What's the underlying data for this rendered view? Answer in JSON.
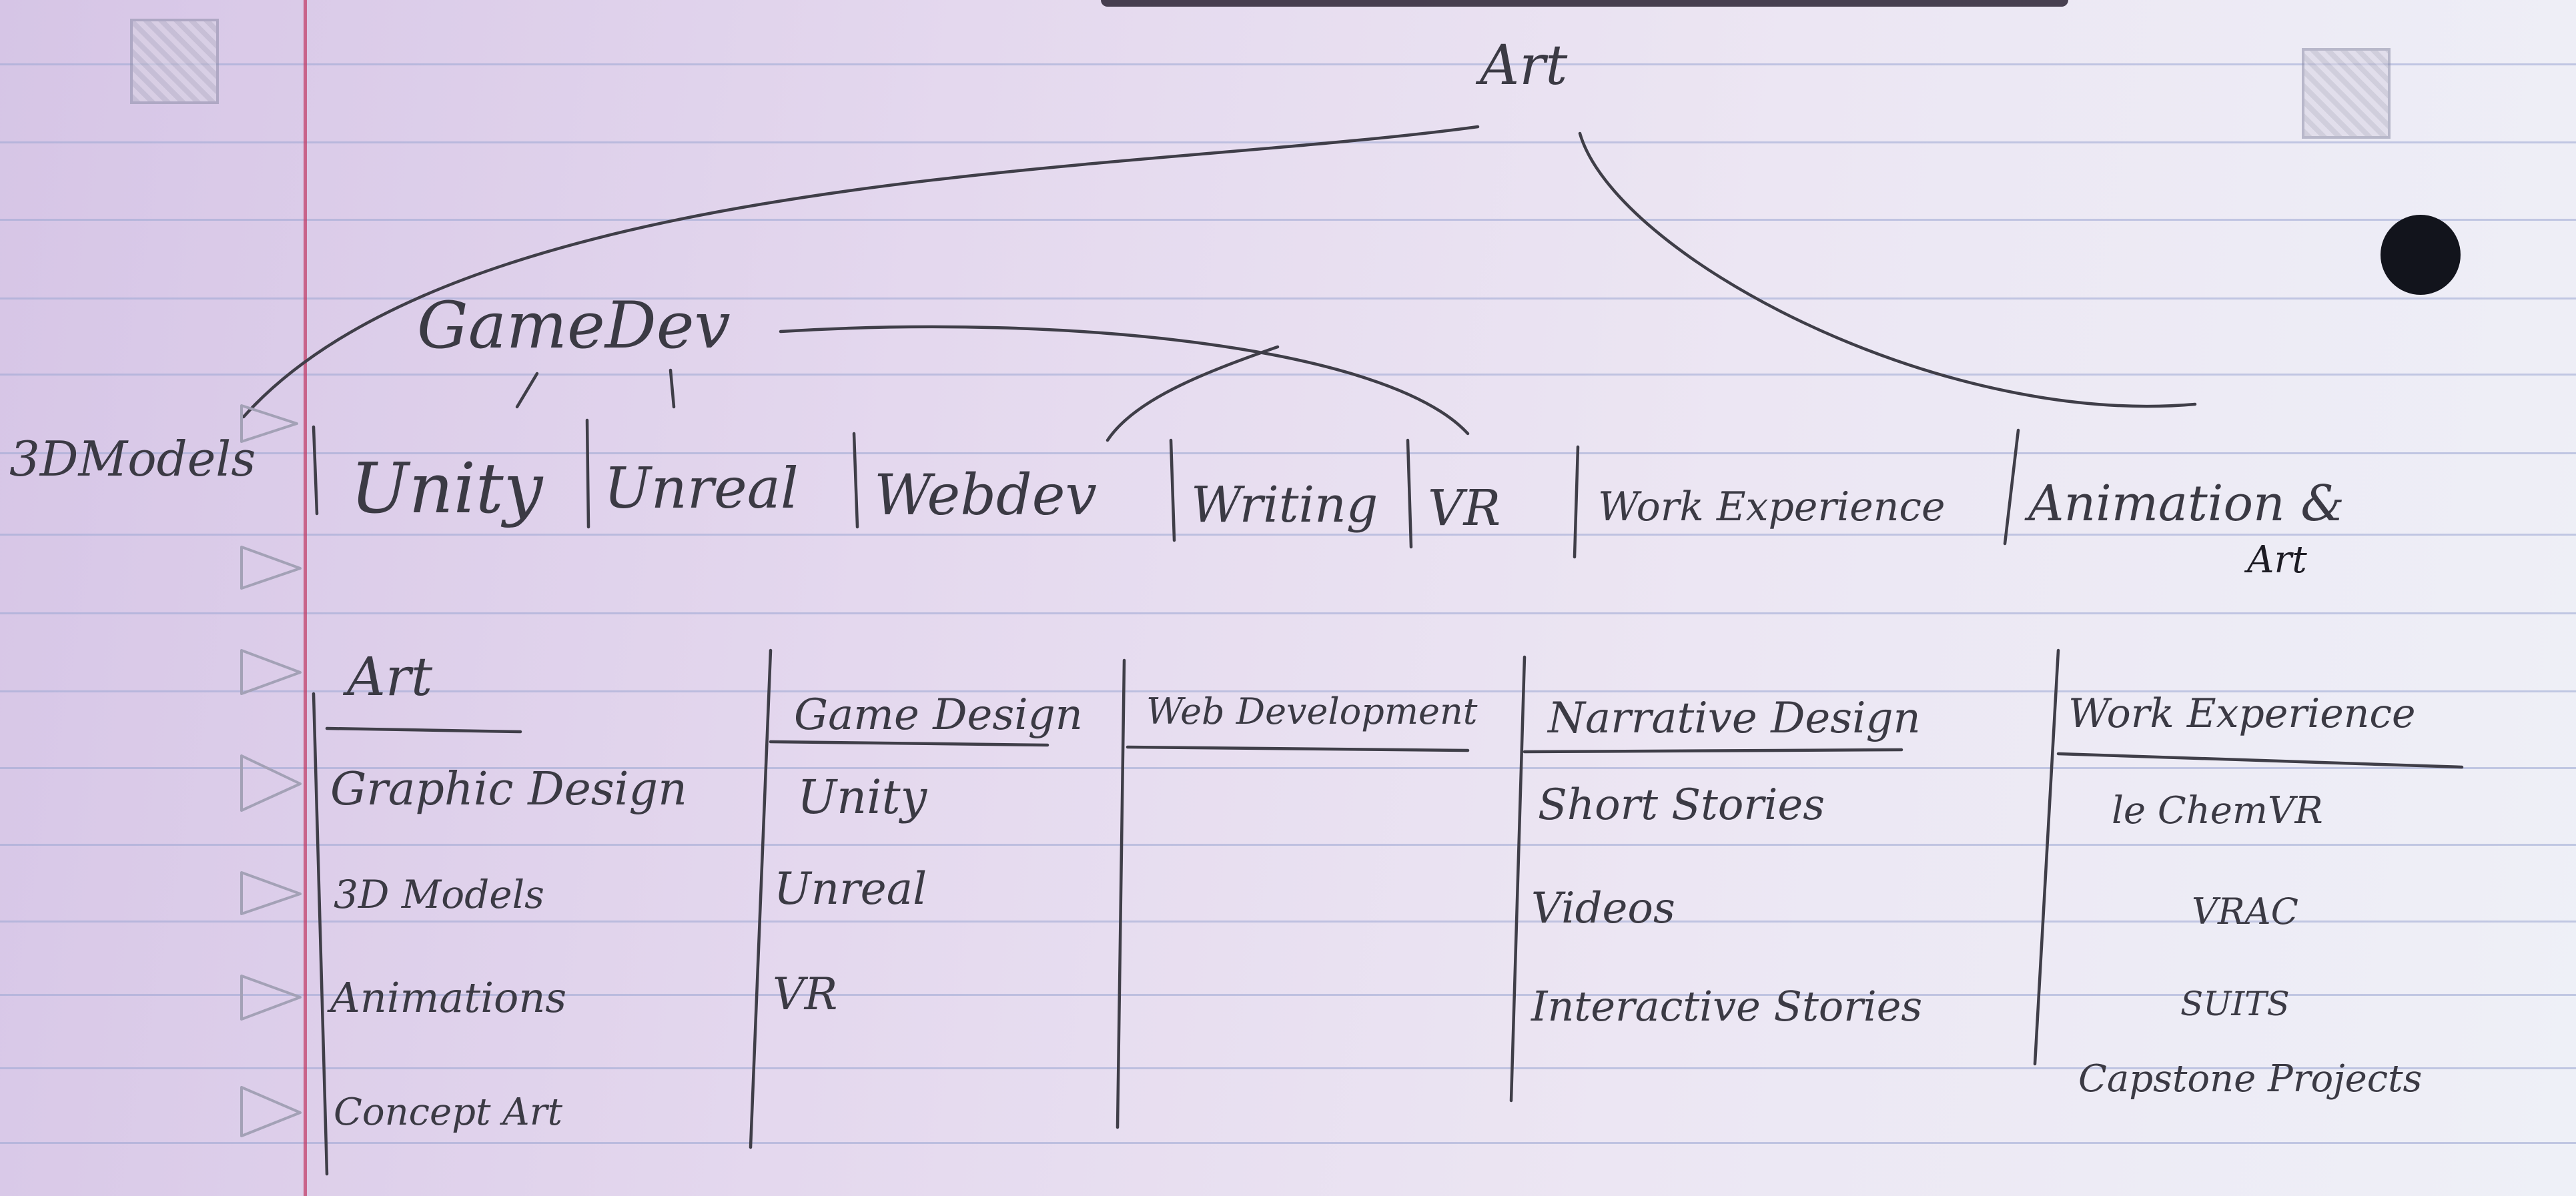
{
  "root": {
    "label": "Art"
  },
  "game_dev_label": "GameDev",
  "left_label": "3DModels",
  "tabs": [
    {
      "label": "Unity"
    },
    {
      "label": "Unreal"
    },
    {
      "label": "Webdev"
    },
    {
      "label": "Writing"
    },
    {
      "label": "VR"
    },
    {
      "label": "Work Experience"
    },
    {
      "label": "Animation &"
    }
  ],
  "tab_sub_label": "Art",
  "columns": [
    {
      "header": "Art",
      "items": [
        "Graphic Design",
        "3D Models",
        "Animations",
        "Concept Art"
      ]
    },
    {
      "header": "Game Design",
      "items": [
        "Unity",
        "Unreal",
        "VR"
      ]
    },
    {
      "header": "Web Development",
      "items": []
    },
    {
      "header": "Narrative Design",
      "items": [
        "Short Stories",
        "Videos",
        "Interactive Stories"
      ]
    },
    {
      "header": "Work Experience",
      "items": [
        "le ChemVR",
        "VRAC",
        "SUITS",
        "Capstone Projects"
      ]
    }
  ],
  "colors": {
    "paper": "#e4d8ee",
    "rule_line": "#9aa6d2",
    "margin_line": "#c2406a",
    "pencil": "#3b3a44",
    "ink": "#1d1c24"
  }
}
